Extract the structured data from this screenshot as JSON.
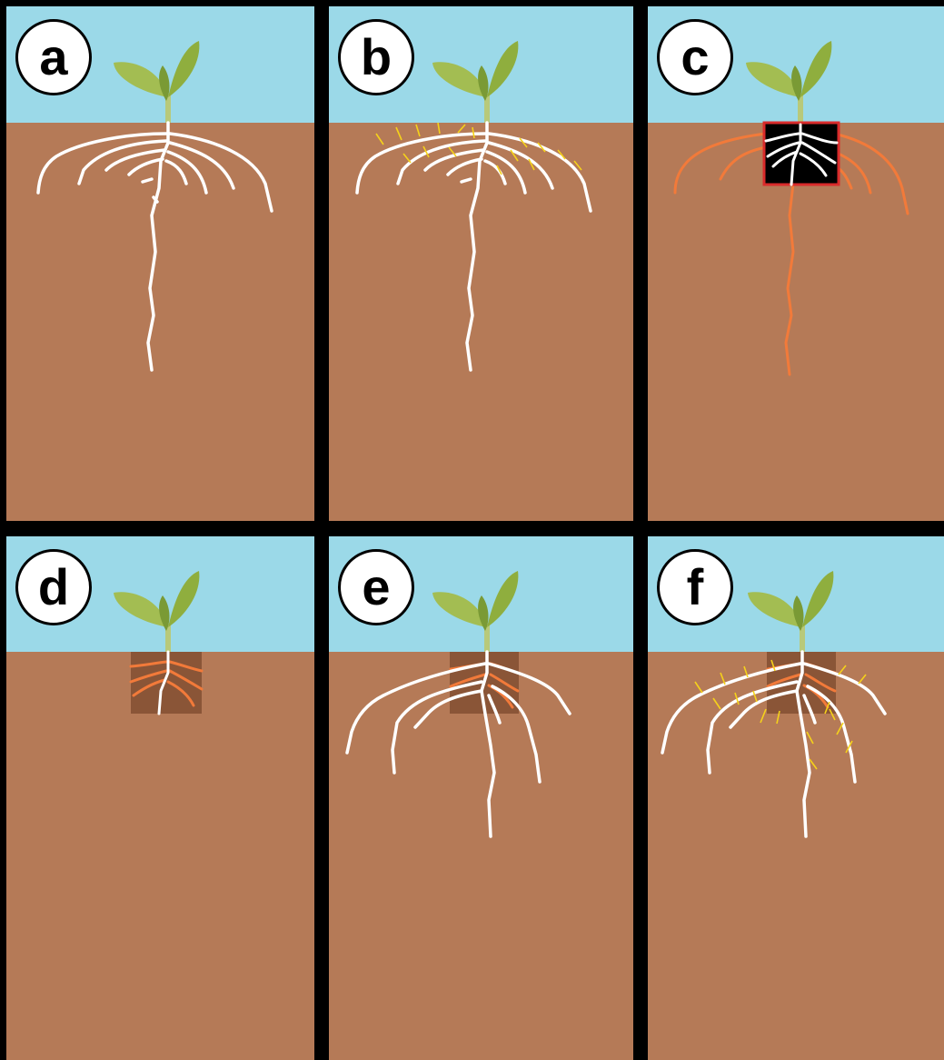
{
  "panels": [
    {
      "id": "a",
      "label": "a"
    },
    {
      "id": "b",
      "label": "b"
    },
    {
      "id": "c",
      "label": "c"
    },
    {
      "id": "d",
      "label": "d"
    },
    {
      "id": "e",
      "label": "e"
    },
    {
      "id": "f",
      "label": "f"
    }
  ],
  "colors": {
    "sky": "#9bd9e8",
    "soil": "#b57a57",
    "soil_dark": "#8a5537",
    "root_white": "#ffffff",
    "root_orange": "#f27a3a",
    "root_hair_yellow": "#f5d21a",
    "box_black": "#000000",
    "box_outline": "#d92b2b",
    "leaf": "#9fb84a",
    "leaf_dark": "#7a9a35",
    "divider": "#000000"
  }
}
